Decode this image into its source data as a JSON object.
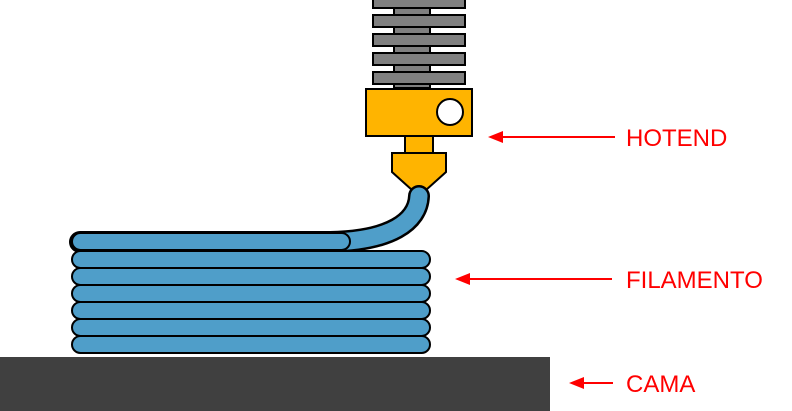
{
  "labels": {
    "hotend": "HOTEND",
    "filament": "FILAMENTO",
    "bed": "CAMA"
  },
  "colors": {
    "label": "#ff0000",
    "arrow": "#ff0000",
    "heatsink": "#808080",
    "heater_block": "#ffb400",
    "nozzle": "#ffb400",
    "filament": "#4f9ec9",
    "bed": "#404040",
    "outline": "#000000"
  }
}
